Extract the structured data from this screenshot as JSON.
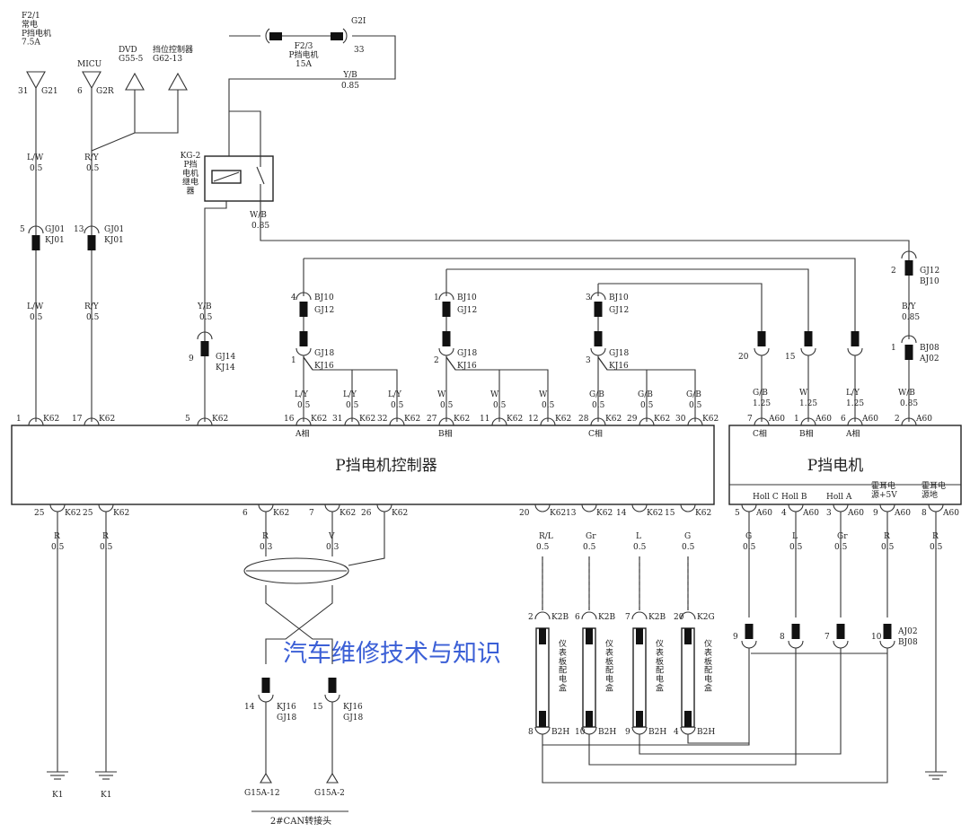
{
  "controller": {
    "name": "P挡电机控制器",
    "phase_a": "A相",
    "phase_b": "B相",
    "phase_c": "C相"
  },
  "motor": {
    "name": "P挡电机",
    "phase_c": "C相",
    "phase_b": "B相",
    "phase_a": "A相",
    "hall_c": "Holl C",
    "hall_b": "Holl B",
    "hall_a": "Holl A",
    "hall_power": "霍耳电\n源+5V",
    "hall_ground": "霍耳电\n源地"
  },
  "relay": {
    "name": "KG-2\nP挡\n电机\n继电\n器"
  },
  "fuse_top": {
    "label": "F2/3\nP挡电机\n15A",
    "left_conn": "G2I",
    "pin": "33",
    "wire_color": "Y/B",
    "wire_size": "0.85"
  },
  "top_sources": {
    "fuse": "F2/1\n常电\nP挡电机\n7.5A",
    "fuse_pin": "31",
    "fuse_conn": "G21",
    "micu": "MICU",
    "micu_pin": "6",
    "micu_conn": "G2R",
    "dvd": "DVD\nG55-5",
    "gear_ctrl": "挡位控制器\nG62-13"
  },
  "wires": {
    "lw": "L/W",
    "ry": "R/Y",
    "yb": "Y/B",
    "wb": "W/B",
    "by": "B/Y",
    "ly": "L/Y",
    "w": "W",
    "gb": "G/B",
    "r": "R",
    "v": "V",
    "rl": "R/L",
    "gr": "Gr",
    "l": "L",
    "g": "G",
    "s05": "0.5",
    "s085": "0.85",
    "s125": "1.25",
    "s03": "0.3"
  },
  "connectors": {
    "gj01": "GJ01",
    "kj01": "KJ01",
    "gj14": "GJ14",
    "kj14": "KJ14",
    "bj10": "BJ10",
    "gj12": "GJ12",
    "gj18": "GJ18",
    "kj16": "KJ16",
    "bj08": "BJ08",
    "aj02": "AJ02",
    "k62": "K62",
    "a60": "A60",
    "k2b": "K2B",
    "k2g": "K2G",
    "b2h": "B2H",
    "g15a12": "G15A-12",
    "g15a2": "G15A-2"
  },
  "pins": {
    "p1": "1",
    "p2": "2",
    "p3": "3",
    "p4": "4",
    "p5": "5",
    "p6": "6",
    "p7": "7",
    "p8": "8",
    "p9": "9",
    "p10": "10",
    "p11": "11",
    "p12": "12",
    "p13": "13",
    "p14": "14",
    "p15": "15",
    "p16": "16",
    "p17": "17",
    "p20": "20",
    "p25": "25",
    "p26": "26",
    "p27": "27",
    "p28": "28",
    "p29": "29",
    "p30": "30",
    "p31": "31",
    "p32": "32"
  },
  "panel_box": "仪\n表\n板\n配\n电\n盒",
  "ground": "K1",
  "can_adapter": "2#CAN转接头",
  "watermark": "汽车维修技术与知识"
}
